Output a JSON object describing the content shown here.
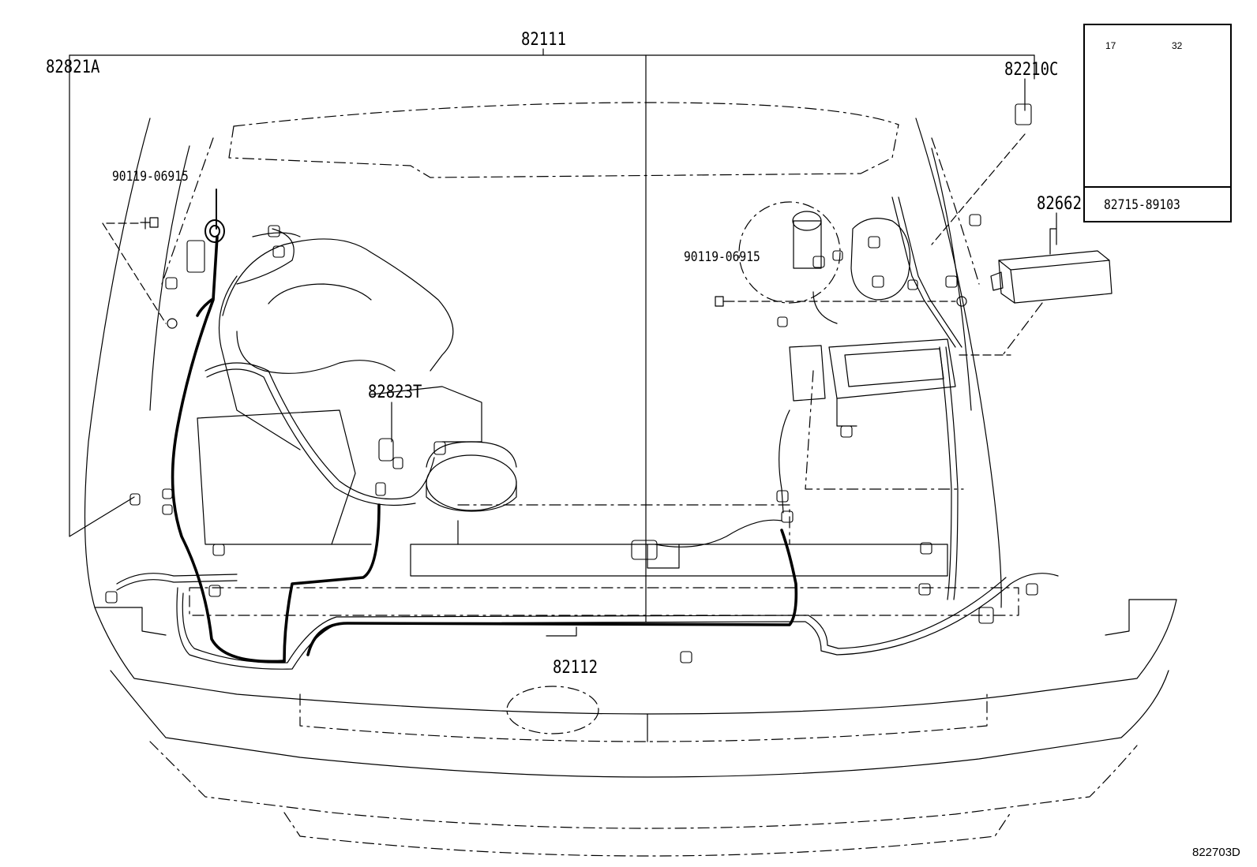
{
  "diagram": {
    "part_labels": {
      "main_harness": "82111",
      "front_harness": "82112",
      "left_wire": "82821A",
      "center_wire": "82823T",
      "right_connector": "82210C",
      "relay_block": "82662",
      "bolt_left": "90119-06915",
      "bolt_right": "90119-06915"
    },
    "inset": {
      "dim_left": "17",
      "dim_right": "32",
      "part_number": "82715-89103"
    },
    "figure_ref": "822703D"
  },
  "colors": {
    "line": "#000000",
    "background": "#ffffff"
  }
}
